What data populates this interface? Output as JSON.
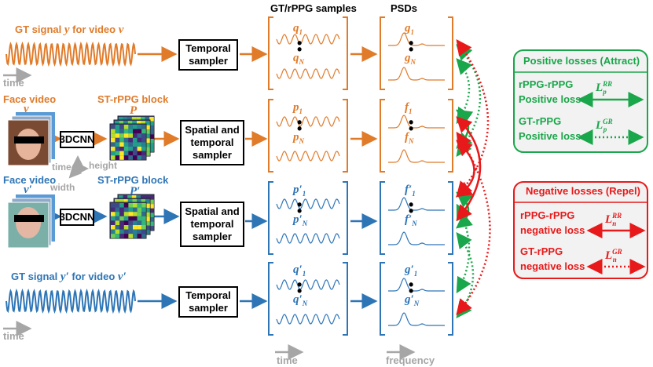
{
  "colors": {
    "orange": "#e07b2a",
    "blue": "#2e75b6",
    "green": "#1aa64a",
    "red": "#e8191a",
    "gray": "#a6a6a6"
  },
  "headers": {
    "samples": "GT/rPPG samples",
    "psds": "PSDs"
  },
  "rows": {
    "gt_top": {
      "title": "GT signal",
      "var": "y",
      "mid": "for video",
      "vid": "v",
      "sampler": [
        "Temporal",
        "sampler"
      ],
      "top": "q",
      "top_sub": "1",
      "bot": "q",
      "bot_sub": "N",
      "psd_top": "g",
      "psd_top_sub": "1",
      "psd_bot": "g",
      "psd_bot_sub": "N"
    },
    "face_top": {
      "title": "Face video",
      "vid": "v",
      "block": "ST-rPPG block",
      "blockvar": "P",
      "cnn": "3DCNN",
      "sampler": [
        "Spatial and",
        "temporal",
        "sampler"
      ],
      "top": "p",
      "top_sub": "1",
      "bot": "p",
      "bot_sub": "N",
      "psd_top": "f",
      "psd_top_sub": "1",
      "psd_bot": "f",
      "psd_bot_sub": "N"
    },
    "face_bot": {
      "title": "Face video",
      "vid": "v′",
      "block": "ST-rPPG block",
      "blockvar": "P′",
      "cnn": "3DCNN",
      "sampler": [
        "Spatial and",
        "temporal",
        "sampler"
      ],
      "top": "p′",
      "top_sub": "1",
      "bot": "p′",
      "bot_sub": "N",
      "psd_top": "f′",
      "psd_top_sub": "1",
      "psd_bot": "f′",
      "psd_bot_sub": "N"
    },
    "gt_bot": {
      "title": "GT signal",
      "var": "y′",
      "mid": "for video",
      "vid": "v′",
      "sampler": [
        "Temporal",
        "sampler"
      ],
      "top": "q′",
      "top_sub": "1",
      "bot": "q′",
      "bot_sub": "N",
      "psd_top": "g′",
      "psd_top_sub": "1",
      "psd_bot": "g′",
      "psd_bot_sub": "N"
    }
  },
  "axes": {
    "time": "time",
    "height": "height",
    "width": "width",
    "frequency": "frequency"
  },
  "positive": {
    "title": "Positive losses (Attract)",
    "l1a": "rPPG-rPPG",
    "l1b": "Positive loss",
    "sym1": "L",
    "sym1_sup": "RR",
    "sym1_sub": "p",
    "l2a": "GT-rPPG",
    "l2b": "Positive loss",
    "sym2": "L",
    "sym2_sup": "GR",
    "sym2_sub": "p"
  },
  "negative": {
    "title": "Negative losses  (Repel)",
    "l1a": "rPPG-rPPG",
    "l1b": "negative loss",
    "sym1": "L",
    "sym1_sup": "RR",
    "sym1_sub": "n",
    "l2a": "GT-rPPG",
    "l2b": "negative loss",
    "sym2": "L",
    "sym2_sup": "GR",
    "sym2_sub": "n"
  }
}
